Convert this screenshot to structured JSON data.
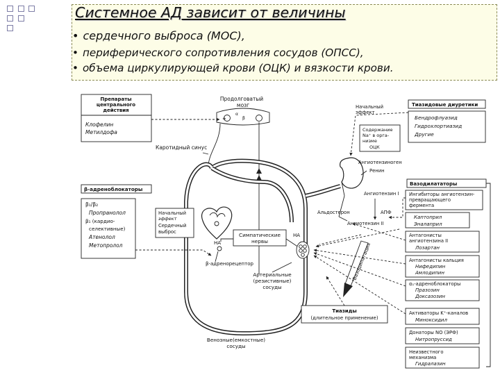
{
  "header": {
    "title": "Системное АД зависит от величины",
    "bullets": [
      "сердечного выброса (МОС),",
      "периферического сопротивления сосудов (ОПСС),",
      "объема циркулирующей крови (ОЦК) и вязкости крови."
    ],
    "bullet_glyph": "•"
  },
  "diagram": {
    "central_box": {
      "title_lines": [
        "Препараты",
        "центрального",
        "действия"
      ],
      "drugs": [
        "Клофелин",
        "Метилдофа"
      ]
    },
    "medulla": [
      "Продолговатый",
      "мозг"
    ],
    "medulla_receptors": [
      "α",
      "β"
    ],
    "carotid_sinus": "Каротидный синус",
    "beta_box": {
      "title": "β-адреноблокаторы",
      "lines": [
        "β₁/β₂",
        "Пропранолол",
        "β₁ (кардио-",
        "селективные)",
        "Атенолол",
        "Метопролол"
      ]
    },
    "heart_effect": [
      "Начальный",
      "эффект",
      "Сердечный",
      "выброс"
    ],
    "sympathetic_nerves": [
      "Симпатические",
      "нервы"
    ],
    "na_labels": [
      "НА",
      "НА"
    ],
    "beta_receptor": "β-адренорецептор",
    "arterial_vessels": [
      "Артериальные",
      "(резистивные)",
      "сосуды"
    ],
    "venous_vessels": [
      "Венозные(емкостные)",
      "сосуды"
    ],
    "vasodilation": "Вазодилатация",
    "thiazides_long": [
      "Тиазиды",
      "(длительное применение)"
    ],
    "initial_effect_kidney": [
      "Начальный",
      "эффект"
    ],
    "sodium_content": [
      "Содержание",
      "Na⁺ в орга-",
      "низме",
      "ОЦК"
    ],
    "angiotensinogen": "Ангиотензиноген",
    "renin": "Ренин",
    "angiotensin1": "Ангиотензин I",
    "aldosterone": "Альдостерон",
    "apf": "АПФ",
    "angiotensin2": "Ангиотензин II",
    "right_boxes": [
      {
        "title": "Тиазидовые диуретики",
        "drugs": [
          "Бендрофлуазид",
          "Гидрохлортиазид",
          "Другие"
        ]
      },
      {
        "title": "Вазодилататоры",
        "drugs": []
      },
      {
        "title": "Ингибиторы ангиотензин-превращающего фермента",
        "title_lines": [
          "Ингибиторы ангиотензин-",
          "превращающего",
          "фермента"
        ],
        "drugs": [
          "Каптоприл",
          "Эналаприл"
        ]
      },
      {
        "title_lines": [
          "Антагонисты",
          "ангиотензина II"
        ],
        "drugs": [
          "Лозартан"
        ]
      },
      {
        "title_lines": [
          "Антагонисты кальция"
        ],
        "drugs": [
          "Нифедипин",
          "Амлодипин"
        ]
      },
      {
        "title_lines": [
          "α₁-адреноблокаторы"
        ],
        "drugs": [
          "Празозин",
          "Доксазозин"
        ]
      },
      {
        "title_lines": [
          "Активаторы K⁺-каналов"
        ],
        "drugs": [
          "Миноксидил"
        ]
      },
      {
        "title_lines": [
          "Донаторы NO (ЭРФ)"
        ],
        "drugs": [
          "Нитропруссид"
        ]
      },
      {
        "title_lines": [
          "Неизвестного",
          "механизма"
        ],
        "drugs": [
          "Гидралазин"
        ]
      }
    ]
  }
}
